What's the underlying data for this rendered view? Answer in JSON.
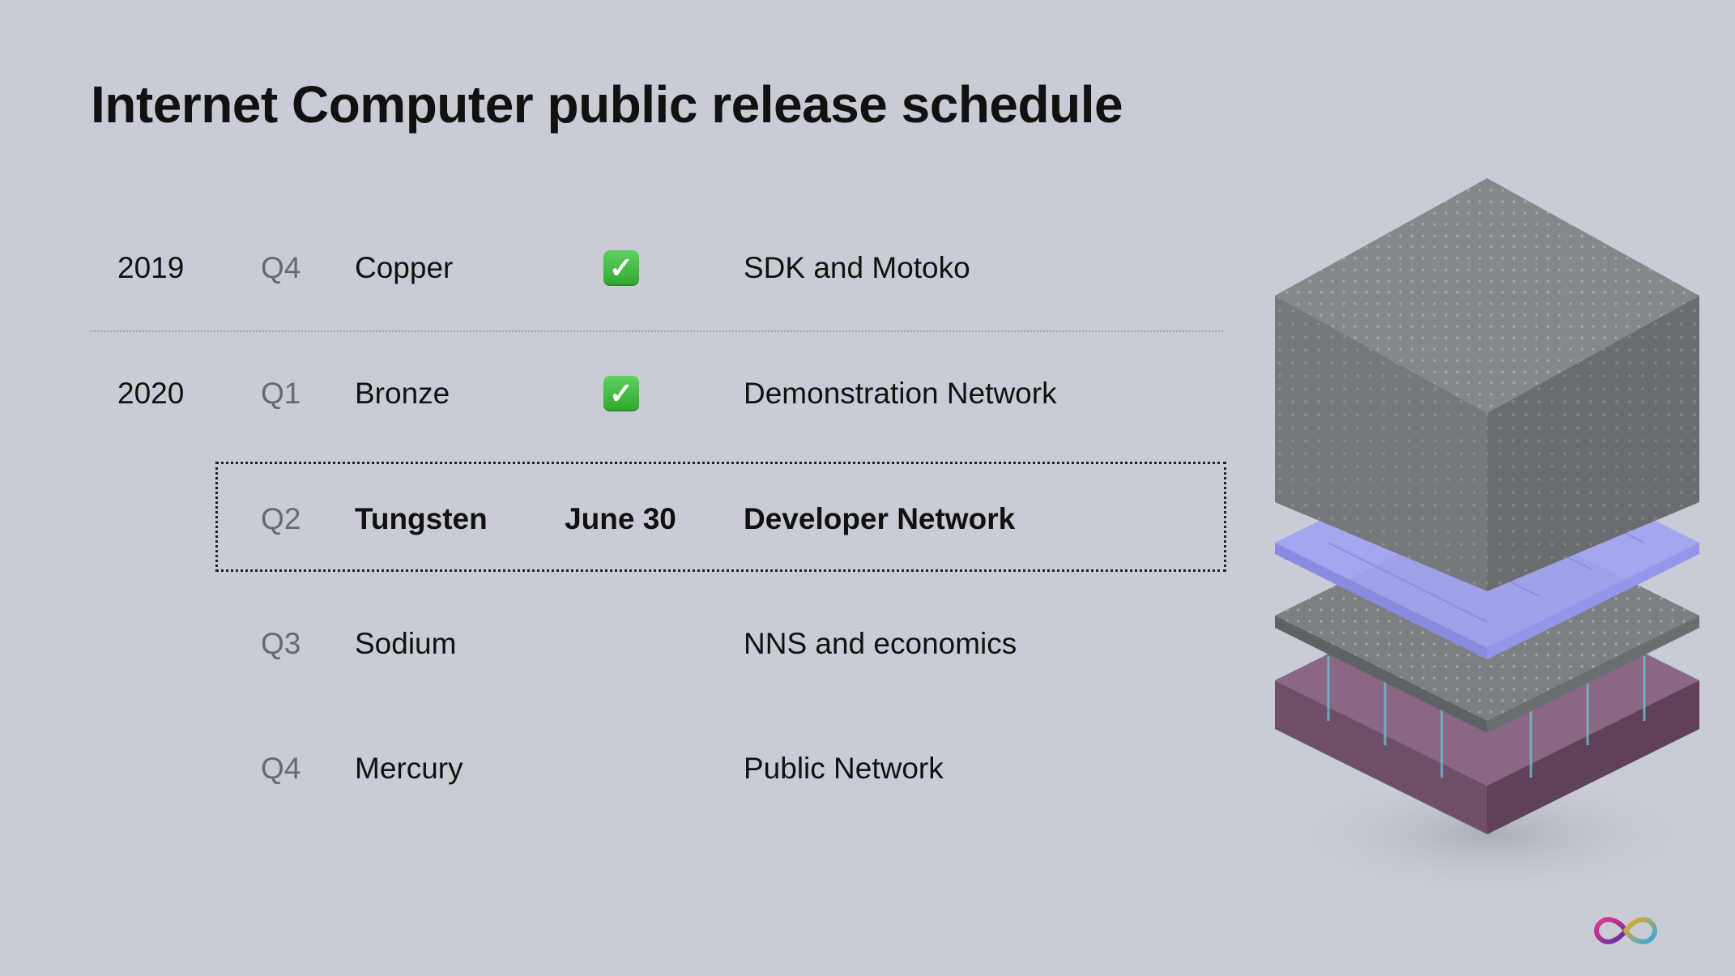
{
  "slide": {
    "title": "Internet Computer public release schedule"
  },
  "schedule": [
    {
      "year": "2019",
      "quarter": "Q4",
      "name": "Copper",
      "status": "check",
      "status_text": "",
      "description": "SDK and Motoko",
      "highlighted": false
    },
    {
      "year": "2020",
      "quarter": "Q1",
      "name": "Bronze",
      "status": "check",
      "status_text": "",
      "description": "Demonstration Network",
      "highlighted": false
    },
    {
      "year": "",
      "quarter": "Q2",
      "name": "Tungsten",
      "status": "text",
      "status_text": "June 30",
      "description": "Developer Network",
      "highlighted": true
    },
    {
      "year": "",
      "quarter": "Q3",
      "name": "Sodium",
      "status": "none",
      "status_text": "",
      "description": "NNS and economics",
      "highlighted": false
    },
    {
      "year": "",
      "quarter": "Q4",
      "name": "Mercury",
      "status": "none",
      "status_text": "",
      "description": "Public Network",
      "highlighted": false
    }
  ],
  "icons": {
    "check": "check-box-icon",
    "illustration": "layered-cube-icon",
    "logo": "infinity-logo-icon"
  },
  "colors": {
    "background": "#c9ccd4",
    "check": "#3cb43c",
    "cube_top": "#7c7f82",
    "purple_layer": "#9c9cf0",
    "chip_layer": "#7a5670"
  }
}
